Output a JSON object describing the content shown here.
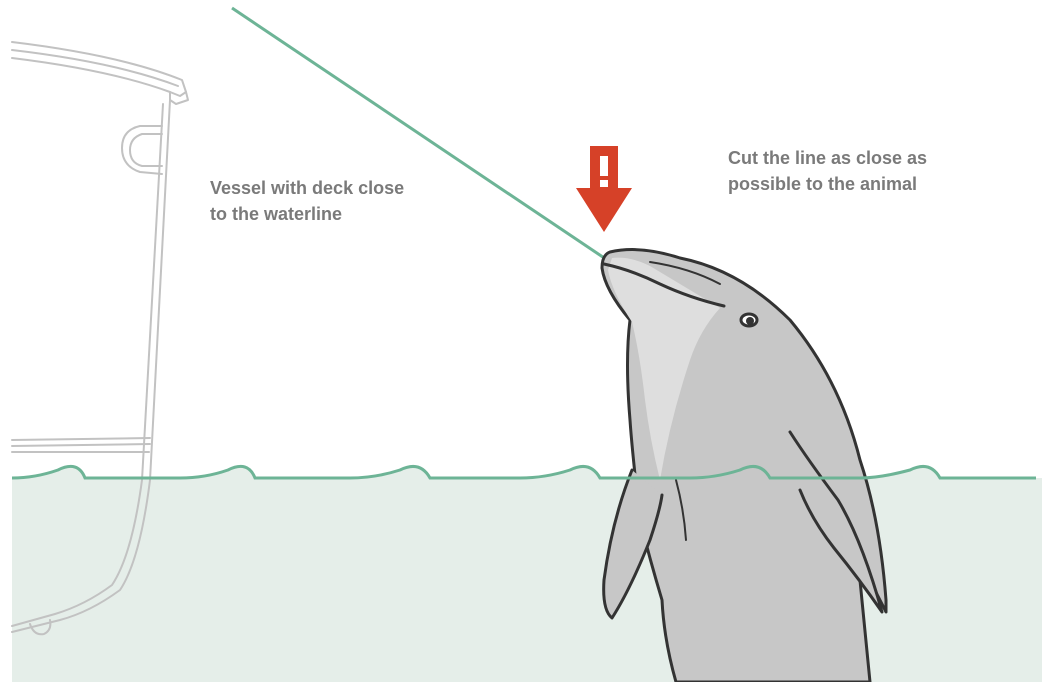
{
  "labels": {
    "vessel": [
      "Vessel with deck close",
      "to the waterline"
    ],
    "cut": [
      "Cut the line as close as",
      "possible to the animal"
    ]
  },
  "colors": {
    "water": "#e5eee9",
    "water_line": "#6db496",
    "fishing_line": "#6db496",
    "arrow": "#d64128",
    "dolphin_body": "#c7c7c7",
    "dolphin_belly": "#dedede",
    "dolphin_outline": "#333333",
    "vessel_outline": "#c2c2c2",
    "label_text": "#7a7a7a"
  },
  "icons": {
    "arrow": "down-arrow-with-exclamation-icon"
  }
}
